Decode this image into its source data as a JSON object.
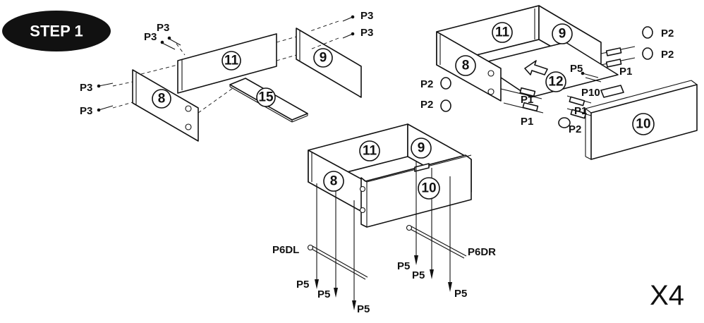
{
  "step": {
    "title": "STEP 1"
  },
  "multiplier": "X4",
  "parts": {
    "p8": "8",
    "p9": "9",
    "p10": "10",
    "p11": "11",
    "p12": "12",
    "p15": "15"
  },
  "hardware": {
    "p1": "P1",
    "p2": "P2",
    "p3": "P3",
    "p5": "P5",
    "p10": "P10",
    "p6dl": "P6DL",
    "p6dr": "P6DR"
  }
}
